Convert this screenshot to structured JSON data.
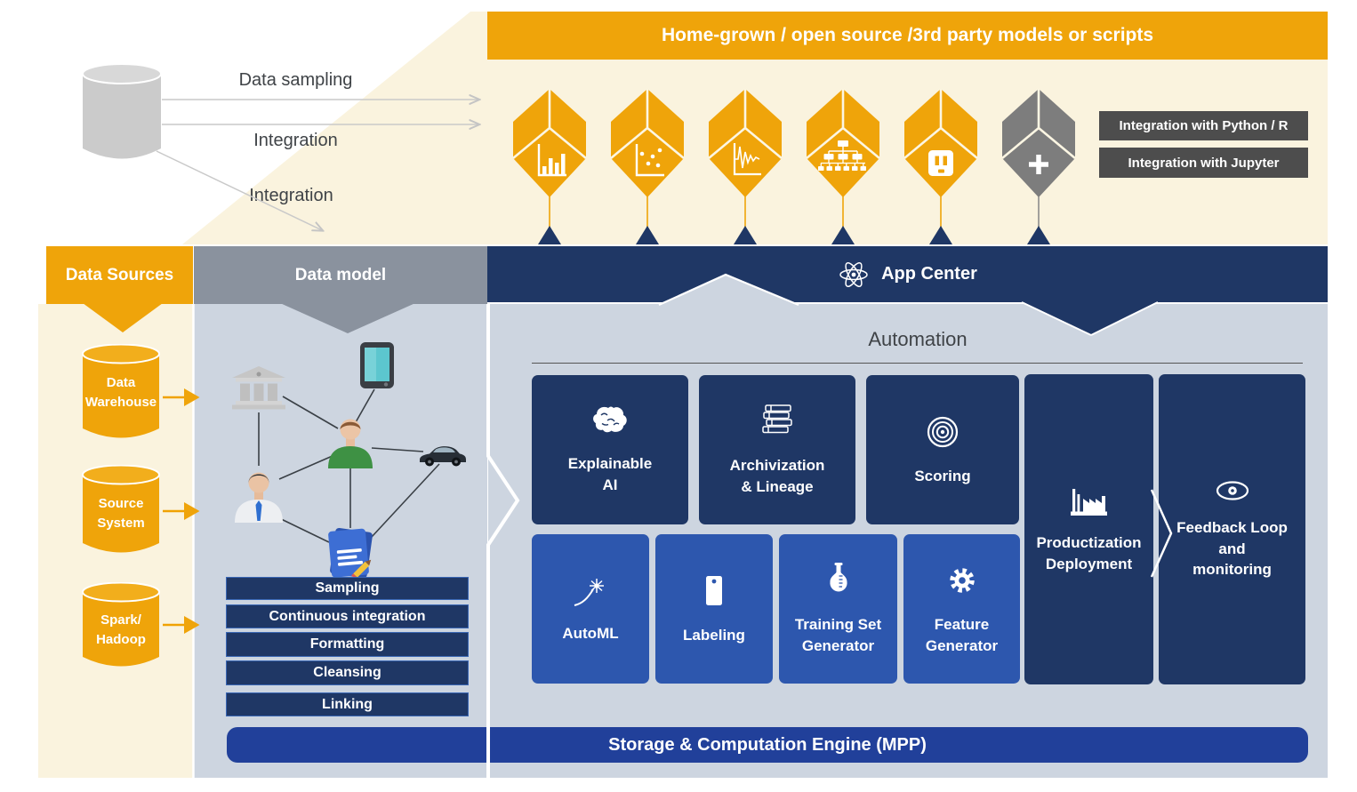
{
  "top_banner": {
    "label": "Home-grown / open source /3rd party models or scripts"
  },
  "flow": {
    "label_top": "Data sampling",
    "label_mid": "Integration",
    "label_bottom": "Integration",
    "source_icon": "database-cylinder-icon"
  },
  "model_cubes": [
    {
      "icon": "bar-chart-icon",
      "variant": "orange"
    },
    {
      "icon": "scatter-plot-icon",
      "variant": "orange"
    },
    {
      "icon": "signal-wave-icon",
      "variant": "orange"
    },
    {
      "icon": "tree-hierarchy-icon",
      "variant": "orange"
    },
    {
      "icon": "power-socket-icon",
      "variant": "orange"
    },
    {
      "icon": "plus-icon",
      "variant": "gray"
    }
  ],
  "integration_buttons": [
    {
      "label": "Integration with Python / R"
    },
    {
      "label": "Integration with Jupyter"
    }
  ],
  "banners": {
    "data_sources": "Data Sources",
    "data_model": "Data model",
    "app_center": "App Center",
    "app_center_icon": "atom-icon"
  },
  "data_sources": {
    "items": [
      {
        "icon": "cylinder-icon",
        "lines": [
          "Data",
          "Warehouse"
        ]
      },
      {
        "icon": "cylinder-icon",
        "lines": [
          "Source",
          "System"
        ]
      },
      {
        "icon": "cylinder-icon",
        "lines": [
          "Spark/",
          "Hadoop"
        ]
      }
    ]
  },
  "data_model_graph": {
    "nodes": [
      "bank-icon",
      "tablet-icon",
      "person-green-icon",
      "car-icon",
      "person-suit-icon",
      "document-pencil-icon"
    ]
  },
  "pipeline": {
    "steps": [
      "Sampling",
      "Continuous integration",
      "Formatting",
      "Cleansing",
      "Linking"
    ]
  },
  "automation": {
    "title": "Automation"
  },
  "tiles": {
    "row1": [
      {
        "icon": "brain-icon",
        "lines": [
          "Explainable",
          "AI"
        ]
      },
      {
        "icon": "books-stack-icon",
        "lines": [
          "Archivization",
          "& Lineage"
        ]
      },
      {
        "icon": "target-icon",
        "lines": [
          "Scoring"
        ]
      }
    ],
    "row2": [
      {
        "icon": "neuron-icon",
        "lines": [
          "AutoML"
        ]
      },
      {
        "icon": "tag-icon",
        "lines": [
          "Labeling"
        ]
      },
      {
        "icon": "flask-icon",
        "lines": [
          "Training Set",
          "Generator"
        ]
      },
      {
        "icon": "gear-icon",
        "lines": [
          "Feature",
          "Generator"
        ]
      }
    ],
    "tall": [
      {
        "icon": "factory-icon",
        "lines": [
          "Productization",
          "Deployment"
        ]
      },
      {
        "icon": "eye-icon",
        "lines": [
          "Feedback Loop",
          "and",
          "monitoring"
        ]
      }
    ]
  },
  "storage_bar": {
    "label": "Storage & Computation Engine (MPP)"
  },
  "colors": {
    "orange": "#EFA40A",
    "cream": "#FAF3DE",
    "navy": "#1F3765",
    "royal_blue": "#2D57AE",
    "storage_blue": "#21409A",
    "light_panel": "#CDD5E0",
    "gray_banner": "#8A929E",
    "dark_button": "#4D4D4D",
    "gray_cube": "#7D7D7D"
  }
}
